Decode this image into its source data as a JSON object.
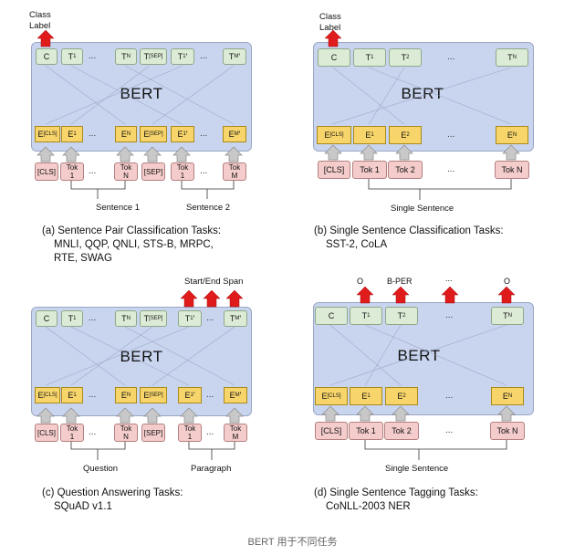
{
  "page_caption": "BERT 用于不同任务",
  "colors": {
    "bert_fill": "#c9d5ef",
    "embed_fill": "#f7d56b",
    "token_fill": "#f4cccc",
    "output_fill": "#dcebd6",
    "arrow_red": "#e01b1b"
  },
  "panels": [
    {
      "id": "a",
      "bert_label": "BERT",
      "top_label_lines": [
        "Class",
        "Label"
      ],
      "outputs": [
        "C",
        "T1",
        "...",
        "TN",
        "T[SEP]",
        "T1'",
        "...",
        "TM'"
      ],
      "embeddings": [
        "E[CLS]",
        "E1",
        "...",
        "EN",
        "E[SEP]",
        "E1'",
        "...",
        "EM'"
      ],
      "tokens": [
        "[CLS]",
        "Tok 1",
        "...",
        "Tok N",
        "[SEP]",
        "Tok 1",
        "...",
        "Tok M"
      ],
      "groups": [
        "Sentence 1",
        "Sentence 2"
      ],
      "caption_lines": [
        "(a) Sentence Pair Classification Tasks:",
        "MNLI, QQP, QNLI, STS-B, MRPC,",
        "RTE, SWAG"
      ]
    },
    {
      "id": "b",
      "bert_label": "BERT",
      "top_label_lines": [
        "Class",
        "Label"
      ],
      "outputs": [
        "C",
        "T1",
        "T2",
        "...",
        "TN"
      ],
      "embeddings": [
        "E[CLS]",
        "E1",
        "E2",
        "...",
        "EN"
      ],
      "tokens": [
        "[CLS]",
        "Tok 1",
        "Tok 2",
        "...",
        "Tok N"
      ],
      "groups": [
        "Single Sentence"
      ],
      "caption_lines": [
        "(b) Single Sentence Classification Tasks:",
        "SST-2, CoLA"
      ]
    },
    {
      "id": "c",
      "bert_label": "BERT",
      "top_label_lines": [
        "Start/End Span"
      ],
      "outputs": [
        "C",
        "T1",
        "...",
        "TN",
        "T[SEP]",
        "T1'",
        "...",
        "TM'"
      ],
      "embeddings": [
        "E[CLS]",
        "E1",
        "...",
        "EN",
        "E[SEP]",
        "E1'",
        "...",
        "EM'"
      ],
      "tokens": [
        "[CLS]",
        "Tok 1",
        "...",
        "Tok N",
        "[SEP]",
        "Tok 1",
        "...",
        "Tok M"
      ],
      "groups": [
        "Question",
        "Paragraph"
      ],
      "caption_lines": [
        "(c) Question Answering Tasks:",
        "SQuAD v1.1"
      ]
    },
    {
      "id": "d",
      "bert_label": "BERT",
      "top_label_lines": [],
      "tag_labels": [
        "O",
        "B-PER",
        "...",
        "O"
      ],
      "outputs": [
        "C",
        "T1",
        "T2",
        "...",
        "TN"
      ],
      "embeddings": [
        "E[CLS]",
        "E1",
        "E2",
        "...",
        "EN"
      ],
      "tokens": [
        "[CLS]",
        "Tok 1",
        "Tok 2",
        "...",
        "Tok N"
      ],
      "groups": [
        "Single Sentence"
      ],
      "caption_lines": [
        "(d) Single Sentence Tagging Tasks:",
        "CoNLL-2003 NER"
      ]
    }
  ]
}
